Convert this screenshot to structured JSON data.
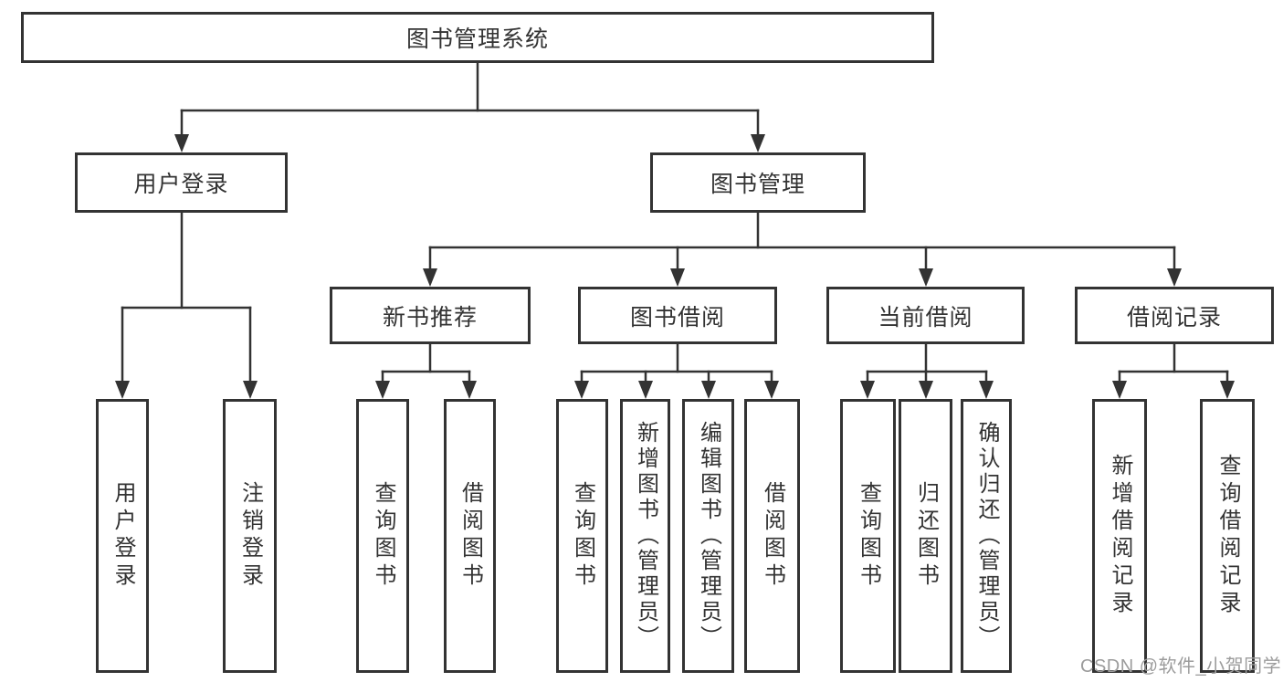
{
  "diagram": {
    "type": "hierarchy-tree",
    "colors": {
      "line": "#333333",
      "node_border": "#333333",
      "node_background": "#ffffff",
      "text": "#333333",
      "watermark": "#9c9c9c"
    },
    "tree": {
      "label": "图书管理系统",
      "children": [
        {
          "label": "用户登录",
          "children": [
            {
              "label": "用户登录"
            },
            {
              "label": "注销登录"
            }
          ]
        },
        {
          "label": "图书管理",
          "children": [
            {
              "label": "新书推荐",
              "children": [
                {
                  "label": "查询图书"
                },
                {
                  "label": "借阅图书"
                }
              ]
            },
            {
              "label": "图书借阅",
              "children": [
                {
                  "label": "查询图书"
                },
                {
                  "label": "新增图书（管理员）"
                },
                {
                  "label": "编辑图书（管理员）"
                },
                {
                  "label": "借阅图书"
                }
              ]
            },
            {
              "label": "当前借阅",
              "children": [
                {
                  "label": "查询图书"
                },
                {
                  "label": "归还图书"
                },
                {
                  "label": "确认归还（管理员）"
                }
              ]
            },
            {
              "label": "借阅记录",
              "children": [
                {
                  "label": "新增借阅记录"
                },
                {
                  "label": "查询借阅记录"
                }
              ]
            }
          ]
        }
      ]
    },
    "watermark": {
      "text": "CSDN @软件_小贺同学"
    }
  }
}
